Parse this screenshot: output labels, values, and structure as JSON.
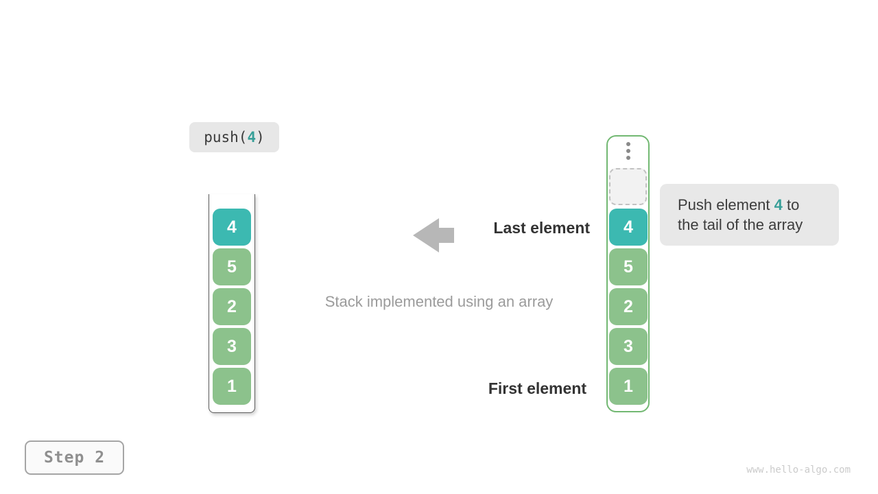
{
  "colors": {
    "teal_block": "#3CB9B1",
    "teal_text": "#379F98",
    "green_block": "#8CC28C",
    "container_border_green": "#72B872",
    "arrow_gray": "#B7B7B7",
    "bubble_bg": "#E8E8E8",
    "op_label_bg": "#E7E7E7",
    "dark_text": "#333333",
    "gray_text": "#9B9B9B"
  },
  "operation": {
    "prefix": "push(",
    "value": "4",
    "suffix": ")"
  },
  "left_stack": {
    "values": [
      "4",
      "5",
      "2",
      "3",
      "1"
    ]
  },
  "right_stack": {
    "values": [
      "4",
      "5",
      "2",
      "3",
      "1"
    ]
  },
  "labels": {
    "last_element": "Last element",
    "first_element": "First element",
    "caption": "Stack implemented using an array"
  },
  "bubble": {
    "text_before": "Push element ",
    "highlight": "4",
    "text_after": " to",
    "line2": "the tail of the array"
  },
  "step_label": "Step 2",
  "watermark": "www.hello-algo.com"
}
